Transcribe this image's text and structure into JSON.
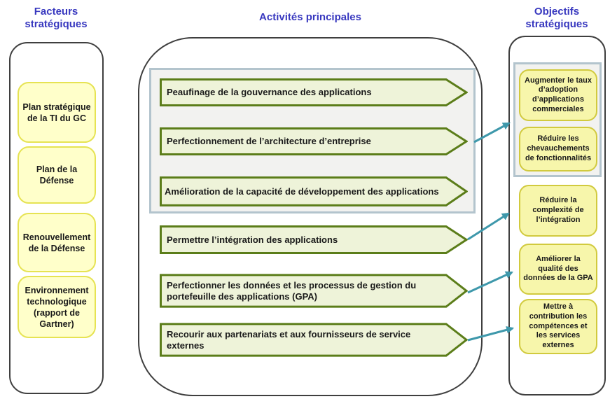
{
  "headers": {
    "left": "Facteurs stratégiques",
    "middle": "Activités principales",
    "right": "Objectifs stratégiques"
  },
  "factors": [
    "Plan stratégique de la TI du GC",
    "Plan de la Défense",
    "Renouvellement de la Défense",
    "Environnement technologique (rapport de Gartner)"
  ],
  "activities": {
    "grouped": [
      "Peaufinage de la gouvernance des applications",
      "Perfectionnement de l’architecture d’entreprise",
      "Amélioration de la capacité de développement des applications"
    ],
    "others": [
      "Permettre l’intégration des applications",
      "Perfectionner les données et les processus de gestion du portefeuille des applications (GPA)",
      "Recourir aux partenariats et aux fournisseurs de service externes"
    ]
  },
  "objectives": {
    "grouped": [
      "Augmenter le taux d’adoption d’applications commerciales",
      "Réduire les chevauchements de fonctionnalités"
    ],
    "others": [
      "Réduire la complexité de l’intégration",
      "Améliorer la qualité des données de la GPA",
      "Mettre à contribution les compétences et les services externes"
    ]
  },
  "colors": {
    "header_text": "#3838bf",
    "container_border": "#3f3f3f",
    "factor_fill": "#ffffca",
    "factor_border": "#e6e353",
    "objective_fill": "#f7f6ab",
    "objective_border": "#d1ca3e",
    "group_panel_fill": "#f2f2f0",
    "group_panel_border": "#b3c4cd",
    "activity_fill": "#eef3d9",
    "activity_border": "#5b7d19",
    "connector": "#3e98ab"
  }
}
